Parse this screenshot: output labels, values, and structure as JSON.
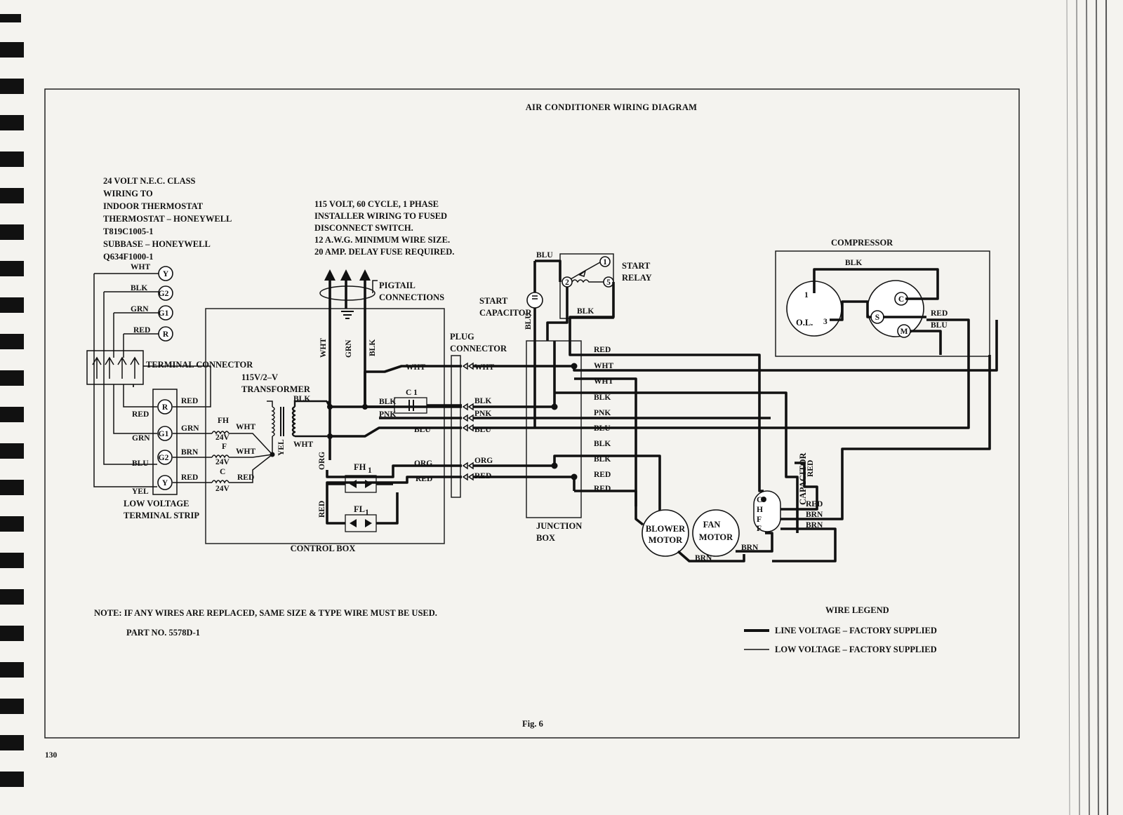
{
  "title": "AIR CONDITIONER WIRING DIAGRAM",
  "page_number": "130",
  "figure": "Fig. 6",
  "notes": {
    "low_voltage": [
      "24 VOLT N.E.C. CLASS",
      "WIRING TO",
      "INDOOR THERMOSTAT",
      "THERMOSTAT – HONEYWELL",
      "T819C1005-1",
      "SUBBASE – HONEYWELL",
      "Q634F1000-1"
    ],
    "line_voltage": [
      "115 VOLT, 60 CYCLE, 1 PHASE",
      "INSTALLER WIRING TO FUSED",
      "DISCONNECT SWITCH.",
      "12 A.W.G. MINIMUM WIRE SIZE.",
      "20 AMP. DELAY FUSE REQUIRED."
    ],
    "replace": "NOTE: IF ANY WIRES ARE REPLACED, SAME SIZE & TYPE WIRE MUST BE USED.",
    "part_no": "PART NO. 5578D-1"
  },
  "legend": {
    "title": "WIRE LEGEND",
    "line": "LINE VOLTAGE – FACTORY SUPPLIED",
    "low": "LOW VOLTAGE – FACTORY SUPPLIED"
  },
  "components": {
    "terminal_connector": "TERMINAL CONNECTOR",
    "low_voltage_strip": [
      "LOW VOLTAGE",
      "TERMINAL STRIP"
    ],
    "transformer": [
      "115V/2–V",
      "TRANSFORMER"
    ],
    "pigtail": [
      "PIGTAIL",
      "CONNECTIONS"
    ],
    "plug_connector": [
      "PLUG",
      "CONNECTOR"
    ],
    "start_capacitor": [
      "START",
      "CAPACITOR"
    ],
    "start_relay": [
      "START",
      "RELAY"
    ],
    "compressor": "COMPRESSOR",
    "ol": "O.L.",
    "control_box": "CONTROL BOX",
    "junction_box": [
      "JUNCTION",
      "BOX"
    ],
    "blower_motor": [
      "BLOWER",
      "MOTOR"
    ],
    "fan_motor": [
      "FAN",
      "MOTOR"
    ],
    "capacitor": "CAPACITOR",
    "c1": "C 1",
    "fh1": "FH",
    "fl1": "FL",
    "sub1": "1"
  },
  "thermostat_terminals": [
    {
      "letter": "Y",
      "wire": "WHT"
    },
    {
      "letter": "G2",
      "wire": "BLK"
    },
    {
      "letter": "G1",
      "wire": "GRN"
    },
    {
      "letter": "R",
      "wire": "RED"
    }
  ],
  "strip_terminals": [
    {
      "letter": "R",
      "left": "RED",
      "right": "RED"
    },
    {
      "letter": "G1",
      "left": "GRN",
      "right": "GRN"
    },
    {
      "letter": "G2",
      "left": "BLU",
      "right": "BRN"
    },
    {
      "letter": "Y",
      "left": "YEL",
      "right": "RED"
    }
  ],
  "relay_pins": [
    "1",
    "2",
    "5"
  ],
  "compressor_pins": [
    "1",
    "3",
    "C",
    "S",
    "M"
  ],
  "cap_pins": [
    "C",
    "H",
    "F",
    "F"
  ],
  "relays": [
    {
      "name": "FH",
      "wire": "WHT",
      "volts": "24V"
    },
    {
      "name": "F",
      "wire": "WHT",
      "volts": "24V"
    },
    {
      "name": "C",
      "wire": "RED",
      "volts": "24V"
    }
  ],
  "wire_colors": {
    "wht": "WHT",
    "blk": "BLK",
    "grn": "GRN",
    "red": "RED",
    "blu": "BLU",
    "brn": "BRN",
    "yel": "YEL",
    "pnk": "PNK",
    "org": "ORG"
  }
}
